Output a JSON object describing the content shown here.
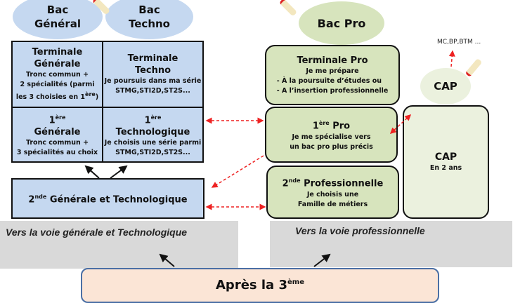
{
  "diplomas": {
    "bac_general": [
      "Bac",
      "Général"
    ],
    "bac_techno": [
      "Bac",
      "Techno"
    ],
    "bac_pro": "Bac Pro",
    "cap": "CAP",
    "cap_further": "MC,BP,BTM ..."
  },
  "general": {
    "terminale_generale": {
      "title": [
        "Terminale",
        "Générale"
      ],
      "lines": [
        "Tronc commun +",
        "2 spécialités (parmi",
        "les 3 choisies en 1"
      ],
      "sup": "ère",
      "end": ")"
    },
    "terminale_techno": {
      "title": [
        "Terminale",
        "Techno"
      ],
      "lines": [
        "Je poursuis dans ma série",
        "STMG,STI2D,ST2S..."
      ]
    },
    "premiere_generale": {
      "num": "1",
      "sup": "ère",
      "title": "Générale",
      "lines": [
        "Tronc commun +",
        "3 spécialités au choix"
      ]
    },
    "premiere_techno": {
      "num": "1",
      "sup": "ère",
      "title": "Technologique",
      "lines": [
        "Je choisis une série parmi",
        "STMG,STI2D,ST2S..."
      ]
    },
    "seconde_gt": {
      "num": "2",
      "sup": "nde",
      "title": " Générale et Technologique"
    }
  },
  "pro": {
    "terminale_pro": {
      "title": "Terminale Pro",
      "lines": [
        "Je me prépare",
        "-  À la poursuite d’études ou",
        "-  A  l’insertion professionnelle"
      ]
    },
    "premiere_pro": {
      "num": "1",
      "sup": "ère",
      "title": " Pro",
      "lines": [
        "Je me spécialise vers",
        "un bac pro plus précis"
      ]
    },
    "seconde_pro": {
      "num": "2",
      "sup": "nde",
      "title": " Professionnelle",
      "lines": [
        "Je choisis une",
        "Famille de métiers"
      ]
    },
    "cap_box": {
      "title": "CAP",
      "sub": "En 2 ans"
    }
  },
  "paths": {
    "general": "Vers la voie générale  et  Technologique",
    "pro": "Vers la voie professionnelle"
  },
  "start": {
    "text": "Après la 3",
    "sup": "ème"
  }
}
